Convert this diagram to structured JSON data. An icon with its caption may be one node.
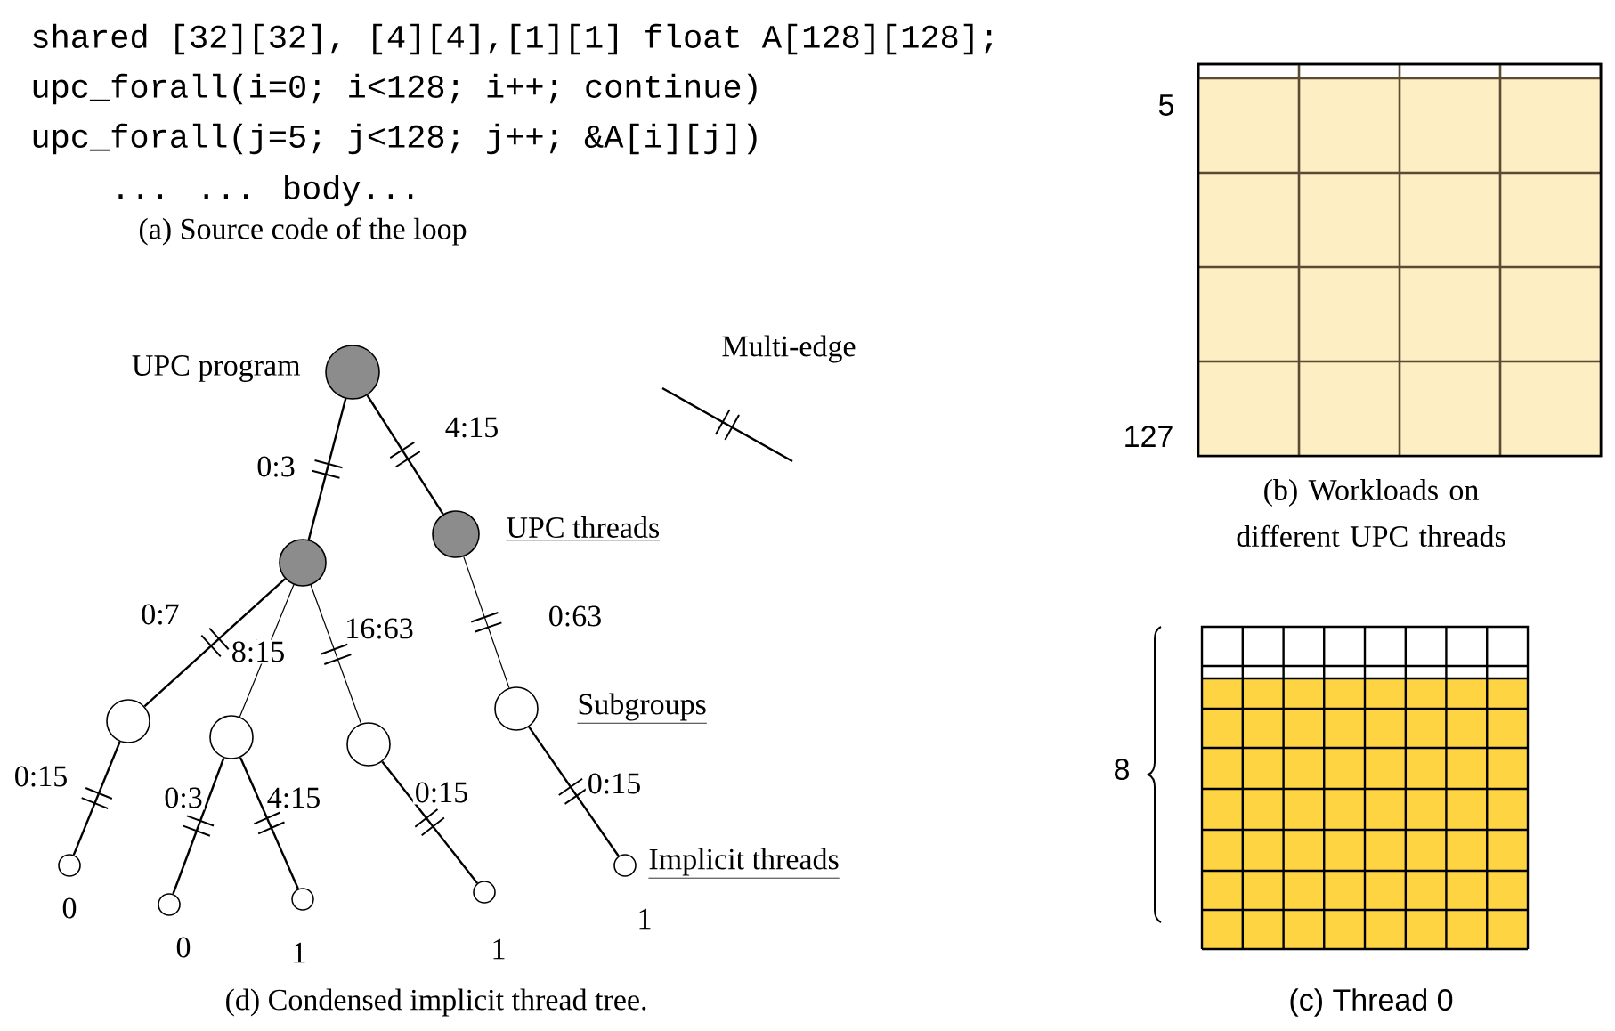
{
  "diagram": {
    "nodes": [
      {
        "text": [],
        "shape": "circle",
        "beside": [
          "UPC program"
        ]
      },
      {
        "text": [],
        "shape": "circle"
      },
      {
        "text": [],
        "shape": "circle",
        "beside": [
          "UPC threads"
        ]
      },
      {
        "text": [],
        "shape": "circle"
      },
      {
        "text": [],
        "shape": "circle"
      },
      {
        "text": [],
        "shape": "circle"
      },
      {
        "text": [],
        "shape": "circle",
        "beside": [
          "Subgroups"
        ]
      },
      {
        "text": [],
        "shape": "circle",
        "beside": [
          "0"
        ]
      },
      {
        "text": [],
        "shape": "circle",
        "beside": [
          "0"
        ]
      },
      {
        "text": [],
        "shape": "circle",
        "beside": [
          "1"
        ]
      },
      {
        "text": [],
        "shape": "circle",
        "beside": [
          "1"
        ]
      },
      {
        "text": [],
        "shape": "circle",
        "beside": [
          "Implicit threads",
          "1"
        ]
      }
    ],
    "edges": [
      {
        "from": 0,
        "to": 1,
        "arrow": "none",
        "label": "0:3"
      },
      {
        "from": 0,
        "to": 2,
        "arrow": "none",
        "label": "4:15"
      },
      {
        "from": 1,
        "to": 3,
        "arrow": "none",
        "label": "0:7"
      },
      {
        "from": 1,
        "to": 4,
        "arrow": "none",
        "label": "8:15"
      },
      {
        "from": 1,
        "to": 5,
        "arrow": "none",
        "label": "16:63"
      },
      {
        "from": 2,
        "to": 6,
        "arrow": "none",
        "label": "0:63"
      },
      {
        "from": 3,
        "to": 7,
        "arrow": "none",
        "label": "0:15"
      },
      {
        "from": 4,
        "to": 8,
        "arrow": "none",
        "label": "0:3"
      },
      {
        "from": 4,
        "to": 9,
        "arrow": "none",
        "label": "4:15"
      },
      {
        "from": 5,
        "to": 10,
        "arrow": "none",
        "label": "0:15"
      },
      {
        "from": 6,
        "to": 11,
        "arrow": "none",
        "label": "0:15"
      }
    ],
    "labels": [
      "shared [32][32], [4][4],[1][1] float A[128][128];",
      "upc_forall(i=0; i<128; i++; continue)",
      "upc_forall(j=5; j<128; j++; &A[i][j])",
      "... ... body...",
      "(a) Source code of the loop",
      "5",
      "127",
      "(b) Workloads on different UPC threads",
      "8",
      "(c) Thread 0",
      "(d) Condensed implicit thread tree."
    ],
    "legend": [
      {
        "text": "Multi-edge"
      }
    ]
  }
}
